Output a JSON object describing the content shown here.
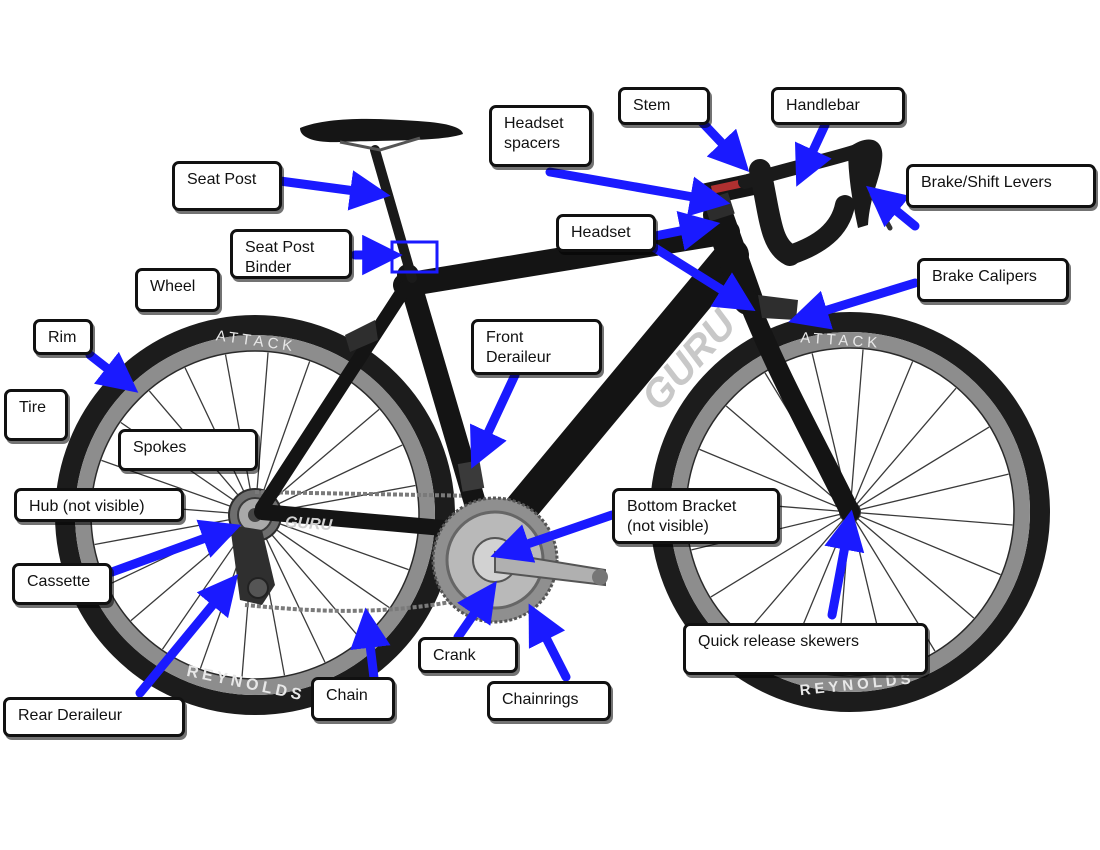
{
  "diagram": {
    "frame_brand": "GURU",
    "chainstay_brand": "GURU",
    "rim_text_top": "ATTACK",
    "rim_text_bottom": "REYNOLDS",
    "colors": {
      "arrow": "#1a1aff",
      "frame": "#141414",
      "tire": "#1c1c1c",
      "silver": "#a9a9a9",
      "label_border": "#111111"
    },
    "labels": {
      "stem": "Stem",
      "handlebar": "Handlebar",
      "headset_spacers": "Headset\nspacers",
      "seat_post": "Seat Post",
      "brake_shift_levers": "Brake/Shift Levers",
      "seat_post_binder": "Seat Post\nBinder",
      "headset": "Headset",
      "wheel": "Wheel",
      "brake_calipers": "Brake Calipers",
      "rim": "Rim",
      "front_derailleur": "Front\nDeraileur",
      "tire": "Tire",
      "spokes": "Spokes",
      "hub": "Hub (not visible)",
      "bottom_bracket": "Bottom Bracket\n(not visible)",
      "cassette": "Cassette",
      "quick_release": "Quick release skewers",
      "crank": "Crank",
      "chain": "Chain",
      "chainrings": "Chainrings",
      "rear_derailleur": "Rear Deraileur"
    }
  }
}
